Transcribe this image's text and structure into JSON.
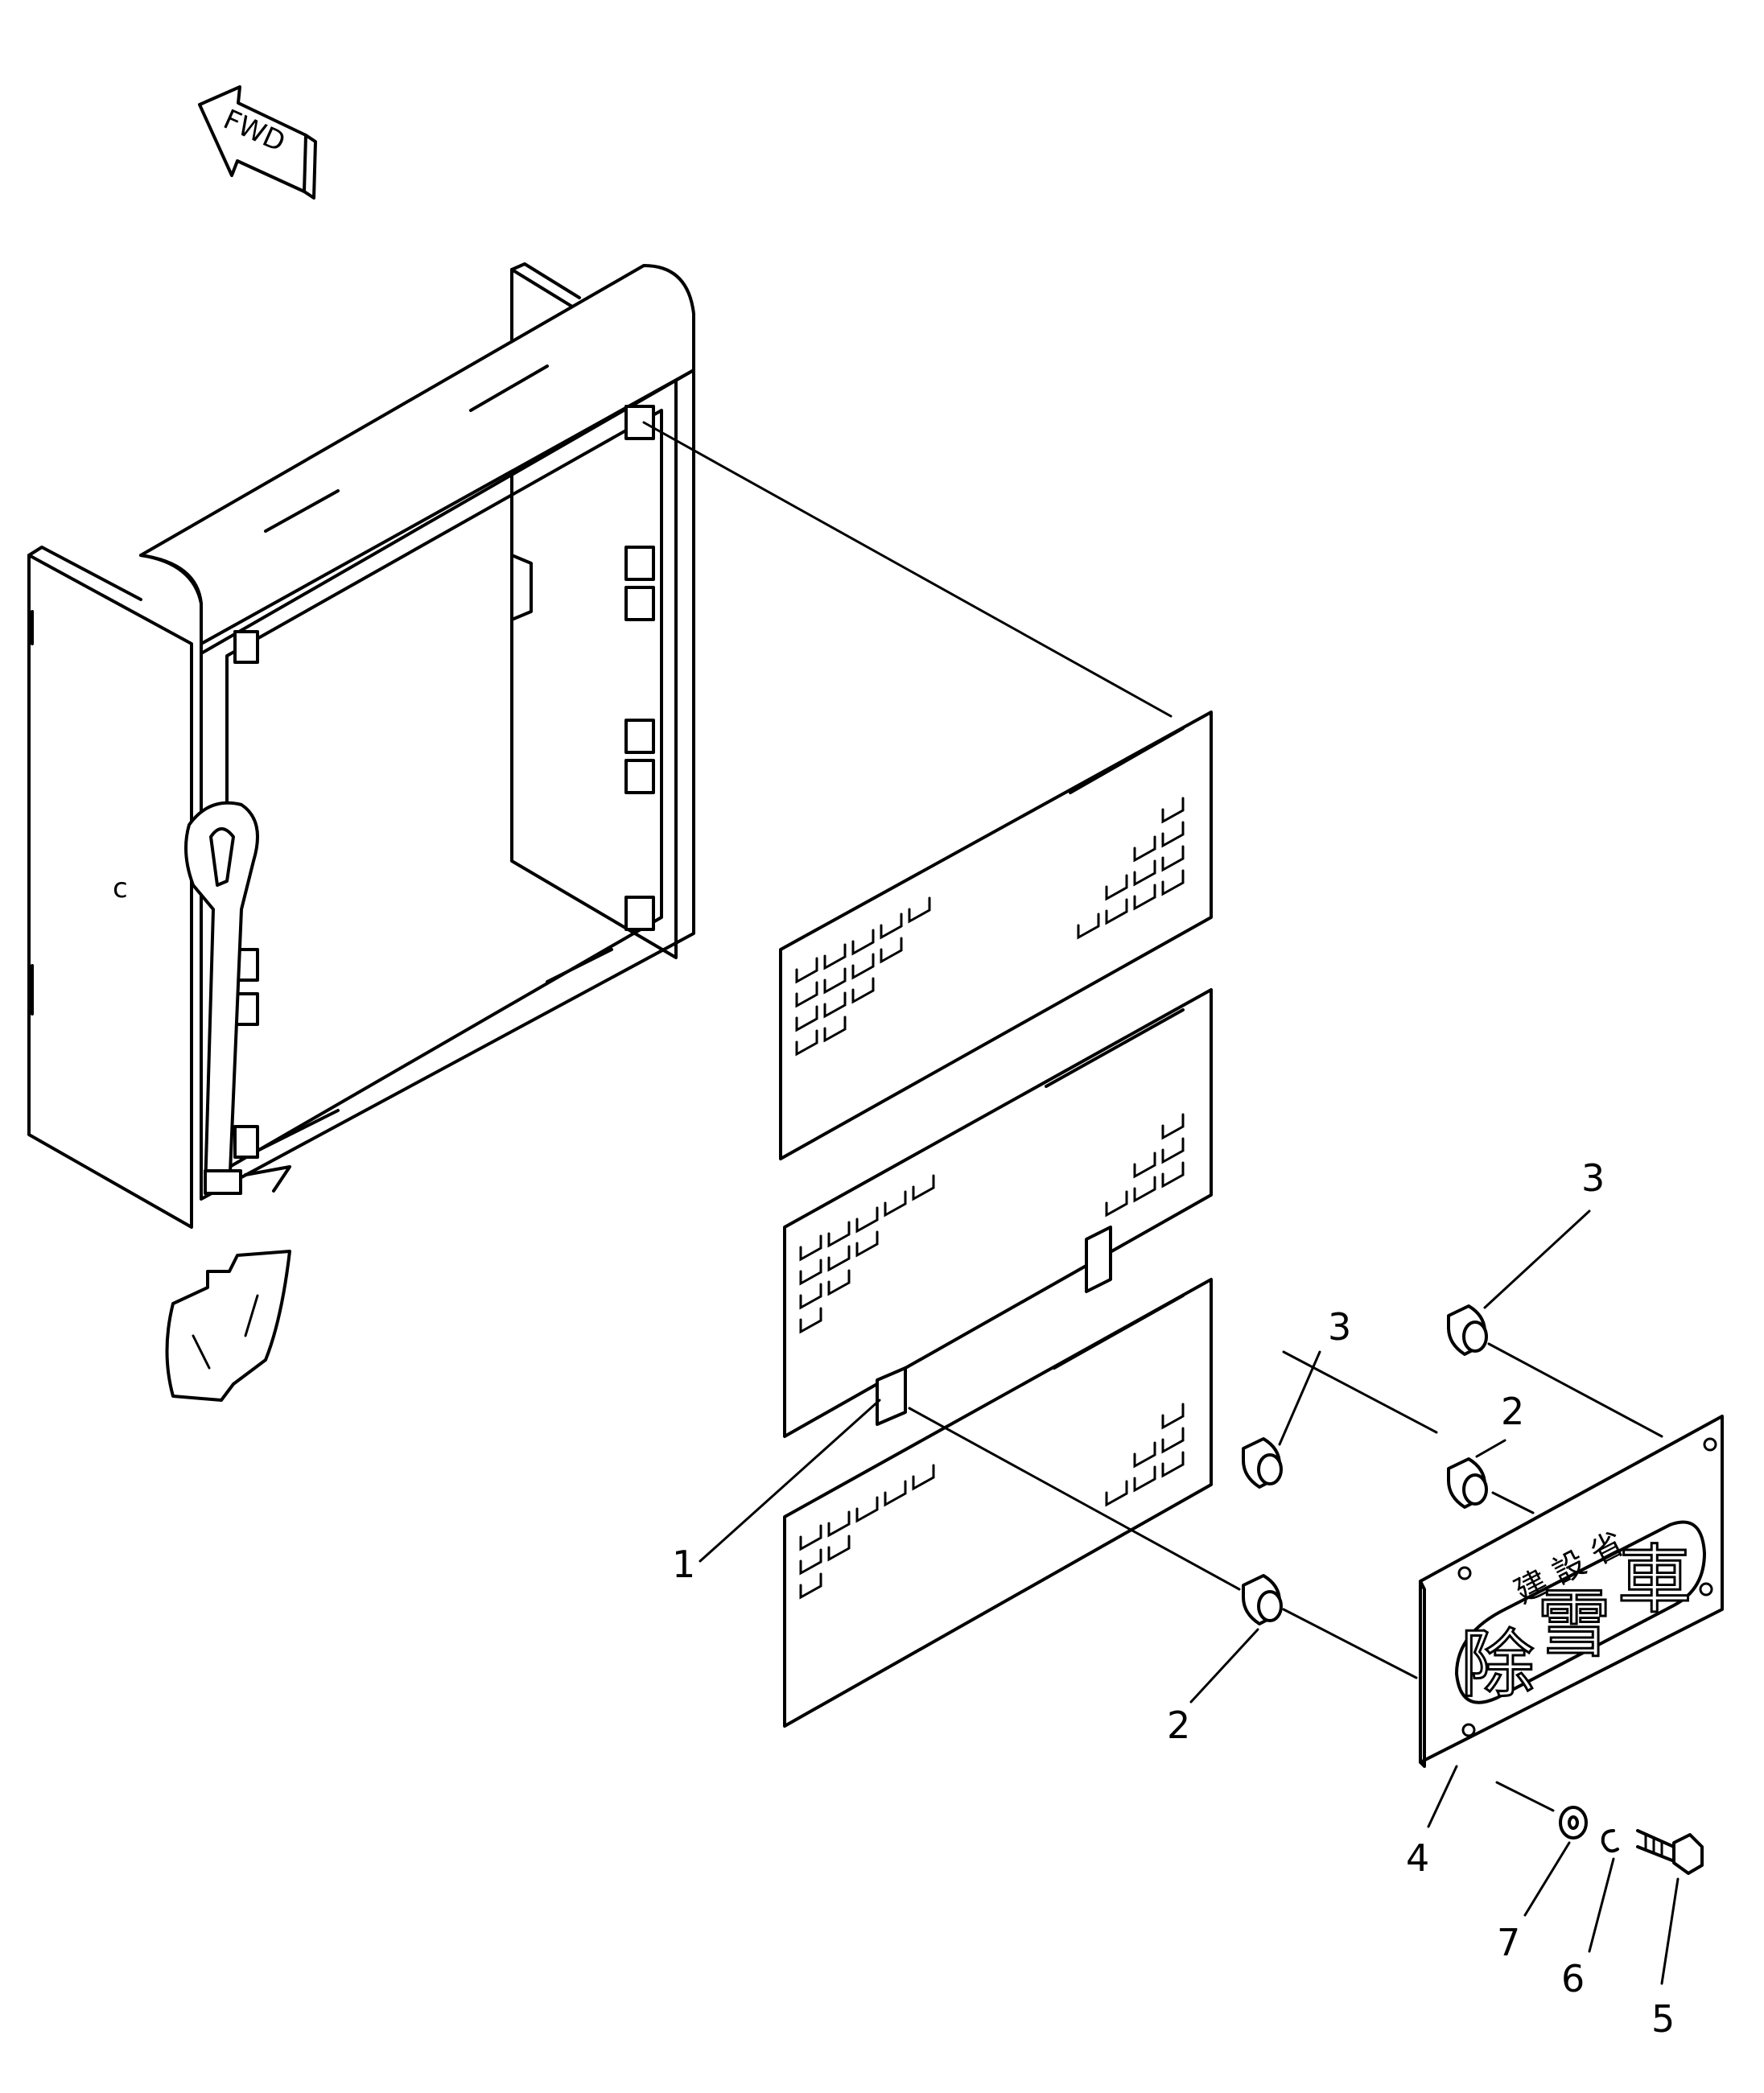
{
  "direction_marker": {
    "label": "FWD",
    "icon": "forward-arrow-icon"
  },
  "plate": {
    "upper_text": "建 設 省",
    "main_text": [
      "除",
      "雪",
      "車"
    ]
  },
  "callouts": [
    {
      "id": "c1",
      "label": "1"
    },
    {
      "id": "c2a",
      "label": "2"
    },
    {
      "id": "c2b",
      "label": "2"
    },
    {
      "id": "c3a",
      "label": "3"
    },
    {
      "id": "c3b",
      "label": "3"
    },
    {
      "id": "c4",
      "label": "4"
    },
    {
      "id": "c5",
      "label": "5"
    },
    {
      "id": "c6",
      "label": "6"
    },
    {
      "id": "c7",
      "label": "7"
    }
  ]
}
